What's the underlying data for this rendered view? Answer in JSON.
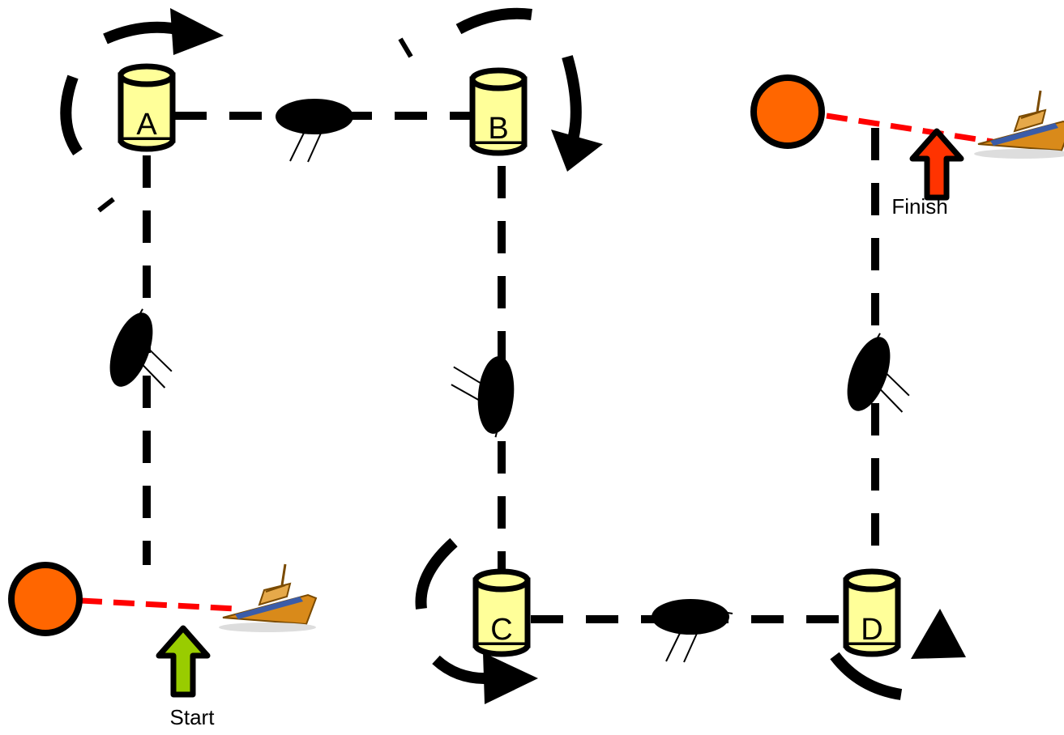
{
  "course": {
    "marks": [
      {
        "id": "A",
        "label": "A"
      },
      {
        "id": "B",
        "label": "B"
      },
      {
        "id": "C",
        "label": "C"
      },
      {
        "id": "D",
        "label": "D"
      }
    ],
    "start_label": "Start",
    "finish_label": "Finish"
  },
  "colors": {
    "mark_fill": "#ffff99",
    "mark_stroke": "#000000",
    "buoy_orange": "#ff6600",
    "line_red": "#ff0000",
    "start_arrow": "#99cc00",
    "finish_arrow": "#ff3300",
    "boat_hull": "#d98a1a"
  },
  "icons": [
    "cylinder-mark",
    "orange-buoy",
    "committee-boat",
    "water-beetle",
    "rounding-arrow",
    "start-arrow",
    "finish-arrow"
  ]
}
